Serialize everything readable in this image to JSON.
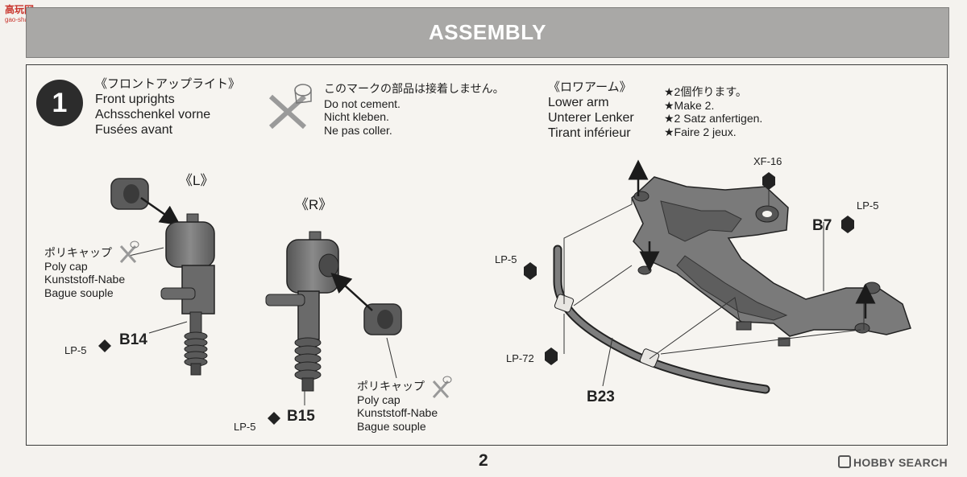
{
  "watermark": {
    "logo_text": "高玩网",
    "logo_url_text": "gao-shan.com"
  },
  "header": {
    "title": "ASSEMBLY"
  },
  "step": {
    "number": "1",
    "front_uprights": {
      "jp": "《フロントアップライト》",
      "en": "Front uprights",
      "de": "Achsschenkel vorne",
      "fr": "Fusées avant"
    },
    "no_cement": {
      "jp": "このマークの部品は接着しません。",
      "en": "Do not cement.",
      "de": "Nicht kleben.",
      "fr": "Ne pas coller."
    },
    "lower_arm": {
      "jp": "《ロワアーム》",
      "en": "Lower arm",
      "de": "Unterer Lenker",
      "fr": "Tirant inférieur"
    },
    "make_two": {
      "jp": "★2個作ります。",
      "en": "★Make 2.",
      "de": "★2 Satz anfertigen.",
      "fr": "★Faire 2 jeux."
    }
  },
  "left_upright": {
    "side_label": "《L》",
    "poly_cap": {
      "jp": "ポリキャップ",
      "en": "Poly cap",
      "de": "Kunststoff-Nabe",
      "fr": "Bague souple"
    },
    "paint": "LP-5",
    "part": "B14"
  },
  "right_upright": {
    "side_label": "《R》",
    "poly_cap": {
      "jp": "ポリキャップ",
      "en": "Poly cap",
      "de": "Kunststoff-Nabe",
      "fr": "Bague souple"
    },
    "paint": "LP-5",
    "part": "B15"
  },
  "lower_arm_diagram": {
    "paint_top": "XF-16",
    "paint_right": "LP-5",
    "part_arm": "B7",
    "paint_bar_end": "LP-5",
    "paint_bushing": "LP-72",
    "part_bar": "B23"
  },
  "footer": {
    "page_number": "2",
    "watermark": "HOBBY SEARCH"
  },
  "colors": {
    "banner": "#a9a8a6",
    "step_circle": "#2c2c2c",
    "part_gray": "#6f6f6f",
    "panel_border": "#3a3a3a"
  }
}
